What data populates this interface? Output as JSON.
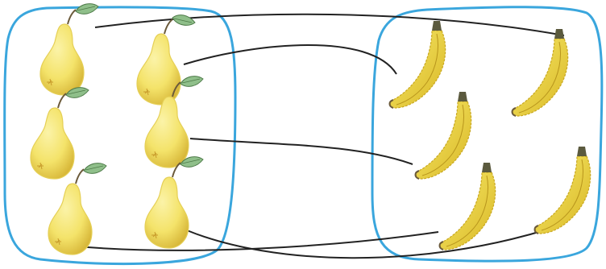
{
  "diagram": {
    "left_group_item": "pear",
    "right_group_item": "banana",
    "left_count": 6,
    "right_count": 5,
    "connections": [
      {
        "from": "pear-1",
        "to": "banana-4"
      },
      {
        "from": "pear-2",
        "to": "banana-1"
      },
      {
        "from": "pear-4",
        "to": "banana-2"
      },
      {
        "from": "pear-5",
        "to": "banana-3"
      },
      {
        "from": "pear-6",
        "to": "banana-5"
      }
    ]
  },
  "colors": {
    "loop_stroke": "#3aa6dd",
    "line_stroke": "#222222",
    "pear_fill": "#f4e36a",
    "pear_light": "#fbf3a8",
    "pear_shade": "#d8b83a",
    "leaf_fill": "#8fbf8a",
    "banana_fill": "#f3de45",
    "banana_shade": "#d9b725",
    "banana_stem": "#5b5a3e"
  },
  "icons": {
    "pear": "pear-icon",
    "banana": "banana-icon"
  }
}
